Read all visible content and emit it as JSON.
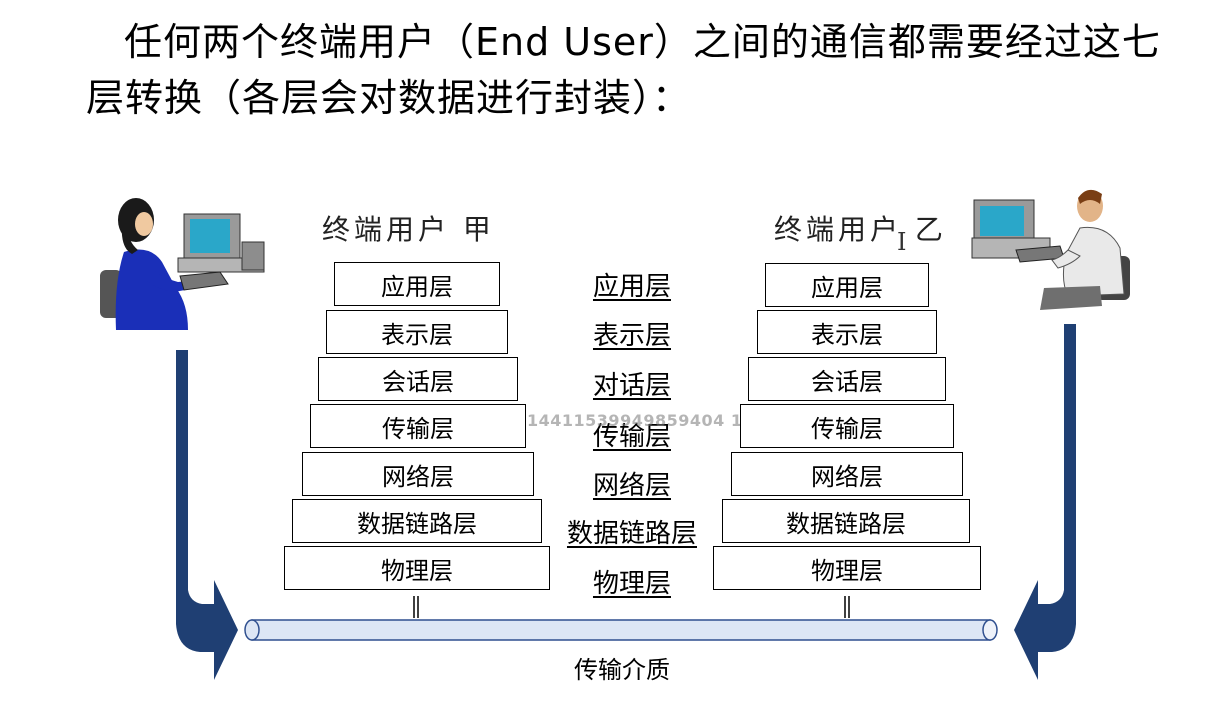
{
  "title": "任何两个终端用户（End User）之间的通信都需要经过这七层转换（各层会对数据进行封装）：",
  "left_user_label": "终端用户 甲",
  "right_user_label": "终端用户 乙",
  "layers_left": [
    "应用层",
    "表示层",
    "会话层",
    "传输层",
    "网络层",
    "数据链路层",
    "物理层"
  ],
  "layers_mid": [
    "应用层",
    "表示层",
    "对话层",
    "传输层",
    "网络层",
    "数据链路层",
    "物理层"
  ],
  "layers_right": [
    "应用层",
    "表示层",
    "会话层",
    "传输层",
    "网络层",
    "数据链路层",
    "物理层"
  ],
  "medium_label": "传输介质",
  "watermark": "14411539949859404 1",
  "cursor_glyph": "I",
  "colors": {
    "arrow": "#1f3f73",
    "pipe_fill": "#dde6f5",
    "pipe_stroke": "#2f4f8f",
    "female_suit": "#1a2fb8",
    "monitor_screen": "#2aa7c9"
  }
}
